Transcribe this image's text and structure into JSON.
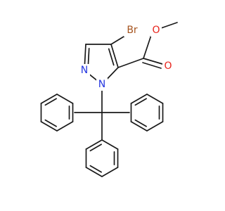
{
  "molecule": {
    "atoms": {
      "bromine": {
        "symbol": "Br",
        "color": "#a5541f"
      },
      "carbonyl_oxygen": {
        "symbol": "O",
        "color": "#e8231b"
      },
      "ester_oxygen": {
        "symbol": "O",
        "color": "#e8231b"
      },
      "pyrazole_n2": {
        "symbol": "N",
        "color": "#2436e0"
      },
      "pyrazole_n1": {
        "symbol": "N",
        "color": "#2436e0"
      }
    },
    "bond_color": "#1a1a1a"
  }
}
